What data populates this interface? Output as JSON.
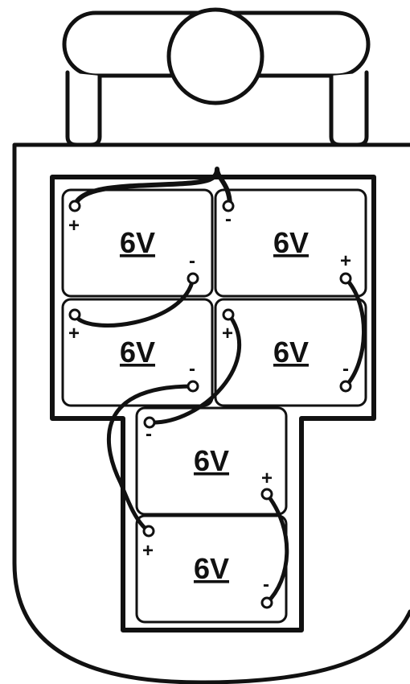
{
  "colors": {
    "stroke": "#111111",
    "background": "#ffffff"
  },
  "batteries": [
    {
      "id": "b1",
      "label": "6V",
      "left_terminal": "+",
      "right_terminal": "-"
    },
    {
      "id": "b2",
      "label": "6V",
      "left_terminal": "-",
      "right_terminal": "+"
    },
    {
      "id": "b3",
      "label": "6V",
      "left_terminal": "+",
      "right_terminal": "-"
    },
    {
      "id": "b4",
      "label": "6V",
      "left_terminal": "+",
      "right_terminal": "-"
    },
    {
      "id": "b5",
      "label": "6V",
      "left_terminal": "-",
      "right_terminal": "+"
    },
    {
      "id": "b6",
      "label": "6V",
      "left_terminal": "+",
      "right_terminal": "-"
    }
  ]
}
